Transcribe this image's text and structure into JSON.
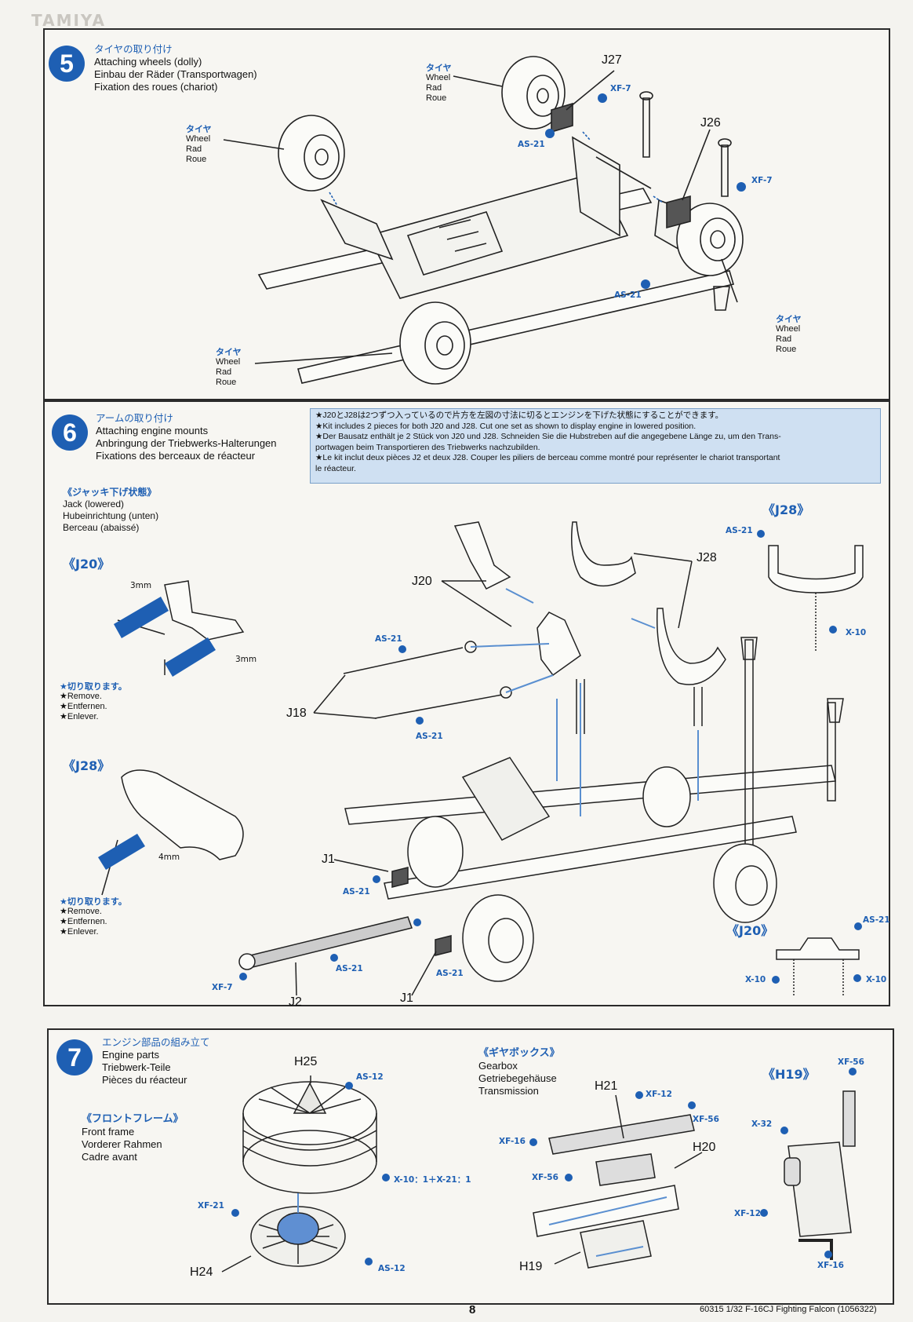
{
  "brand": "TAMIYA",
  "step5": {
    "number": "5",
    "title_jp": "タイヤの取り付け",
    "title_en": "Attaching wheels (dolly)",
    "title_de": "Einbau der Räder (Transportwagen)",
    "title_fr": "Fixation des roues (chariot)",
    "wheel_label": {
      "jp": "タイヤ",
      "en": "Wheel",
      "de": "Rad",
      "fr": "Roue"
    },
    "parts": {
      "j27": "J27",
      "j26": "J26"
    },
    "paints": {
      "xf7a": "XF-7",
      "xf7b": "XF-7",
      "as21a": "AS-21",
      "as21b": "AS-21"
    }
  },
  "step6": {
    "number": "6",
    "title_jp": "アームの取り付け",
    "title_en": "Attaching engine mounts",
    "title_de": "Anbringung der Triebwerks-Halterungen",
    "title_fr": "Fixations des berceaux de réacteur",
    "note": [
      "★J20とJ28は2つずつ入っているので片方を左図の寸法に切るとエンジンを下げた状態にすることができます。",
      "★Kit includes 2 pieces for both J20 and J28. Cut one set as shown to display engine in lowered position.",
      "★Der Bausatz enthält je 2 Stück von J20 und J28. Schneiden Sie die Hubstreben auf die angegebene Länge zu, um den Trans-",
      "portwagen beim Transportieren des Triebwerks nachzubilden.",
      "★Le kit inclut deux pièces J2 et deux J28. Couper les piliers de berceau comme montré pour représenter le chariot transportant",
      "le réacteur."
    ],
    "jack": {
      "jp": "《ジャッキ下げ状態》",
      "en": "Jack (lowered)",
      "de": "Hubeinrichtung (unten)",
      "fr": "Berceau (abaissé)"
    },
    "sub_j20": "《J20》",
    "sub_j28": "《J28》",
    "sub_j28_right": "《J28》",
    "sub_j20_right": "《J20》",
    "dim3a": "3mm",
    "dim3b": "3mm",
    "dim4": "4mm",
    "remove": {
      "jp": "★切り取ります。",
      "en": "★Remove.",
      "de": "★Entfernen.",
      "fr": "★Enlever."
    },
    "parts": {
      "j20": "J20",
      "j28": "J28",
      "j18": "J18",
      "j1a": "J1",
      "j1b": "J1",
      "j2": "J2"
    },
    "paints": {
      "as21_1": "AS-21",
      "as21_2": "AS-21",
      "as21_3": "AS-21",
      "as21_4": "AS-21",
      "as21_5": "AS-21",
      "as21_6": "AS-21",
      "as21_7": "AS-21",
      "xf7": "XF-7",
      "x10_1": "X-10",
      "x10_2": "X-10",
      "x10_3": "X-10"
    }
  },
  "step7": {
    "number": "7",
    "title_jp": "エンジン部品の組み立て",
    "title_en": "Engine parts",
    "title_de": "Triebwerk-Teile",
    "title_fr": "Pièces du réacteur",
    "front": {
      "jp": "《フロントフレーム》",
      "en": "Front frame",
      "de": "Vorderer Rahmen",
      "fr": "Cadre avant"
    },
    "gearbox": {
      "jp": "《ギヤボックス》",
      "en": "Gearbox",
      "de": "Getriebegehäuse",
      "fr": "Transmission"
    },
    "sub_h19": "《H19》",
    "parts": {
      "h25": "H25",
      "h24": "H24",
      "h21": "H21",
      "h20": "H20",
      "h19": "H19"
    },
    "paints": {
      "as12a": "AS-12",
      "as12b": "AS-12",
      "mix": "X-10：1＋X-21：1",
      "xf21": "XF-21",
      "xf12a": "XF-12",
      "xf56a": "XF-56",
      "xf16a": "XF-16",
      "xf56b": "XF-56",
      "xf56c": "XF-56",
      "x32": "X-32",
      "xf12b": "XF-12",
      "xf16b": "XF-16"
    }
  },
  "footer": {
    "page": "8",
    "ref": "60315 1/32 F-16CJ Fighting Falcon (1056322)"
  }
}
